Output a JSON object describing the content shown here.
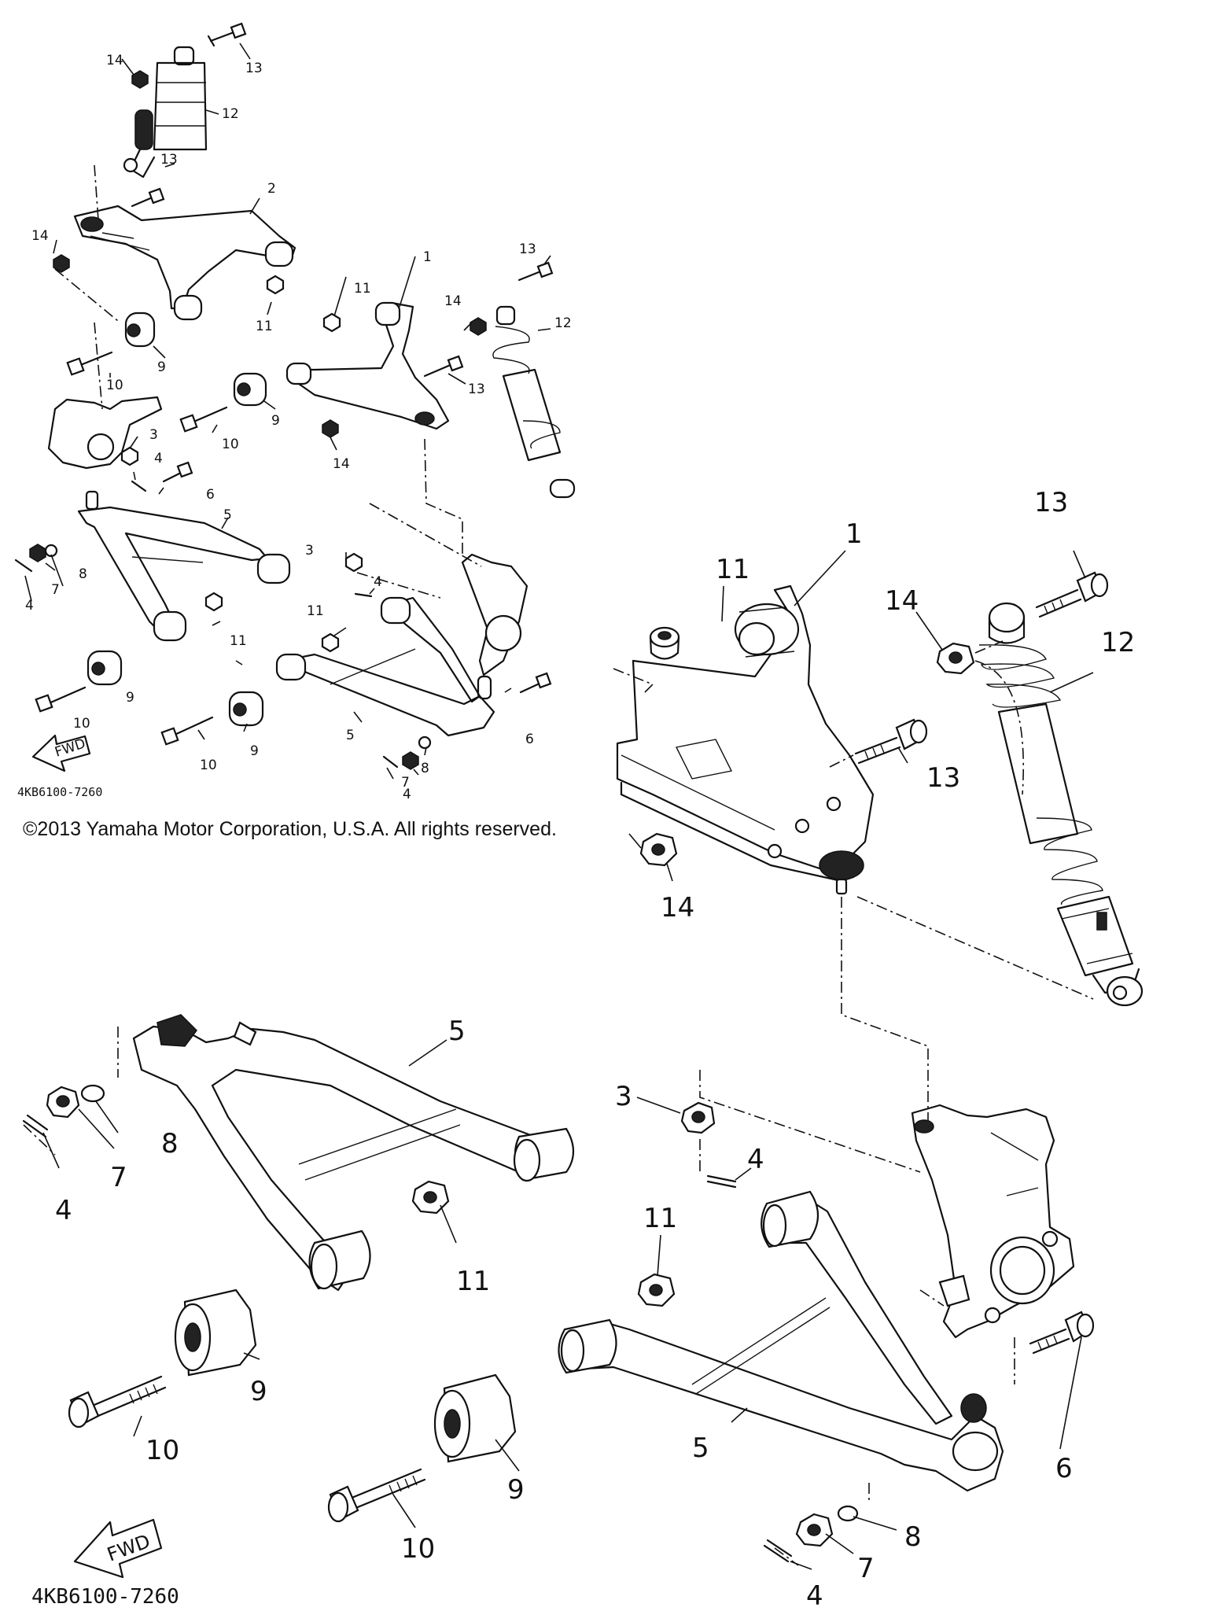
{
  "copyright": "©2013 Yamaha Motor Corporation, U.S.A. All rights reserved.",
  "diagram_code_small": "4KB6100-7260",
  "diagram_code_large": "4KB6100-7260",
  "fwd_label": "FWD",
  "icons": {
    "fwd": "fwd-arrow-icon"
  },
  "callouts": {
    "overview": [
      {
        "id": "ov-14a",
        "text": "14"
      },
      {
        "id": "ov-13a",
        "text": "13"
      },
      {
        "id": "ov-12a",
        "text": "12"
      },
      {
        "id": "ov-13b",
        "text": "13"
      },
      {
        "id": "ov-2",
        "text": "2"
      },
      {
        "id": "ov-14b",
        "text": "14"
      },
      {
        "id": "ov-11a",
        "text": "11"
      },
      {
        "id": "ov-9a",
        "text": "9"
      },
      {
        "id": "ov-10a",
        "text": "10"
      },
      {
        "id": "ov-1",
        "text": "1"
      },
      {
        "id": "ov-13c",
        "text": "13"
      },
      {
        "id": "ov-14c",
        "text": "14"
      },
      {
        "id": "ov-12b",
        "text": "12"
      },
      {
        "id": "ov-11b",
        "text": "11"
      },
      {
        "id": "ov-13d",
        "text": "13"
      },
      {
        "id": "ov-9b",
        "text": "9"
      },
      {
        "id": "ov-10b",
        "text": "10"
      },
      {
        "id": "ov-14d",
        "text": "14"
      },
      {
        "id": "ov-3a",
        "text": "3"
      },
      {
        "id": "ov-4a",
        "text": "4"
      },
      {
        "id": "ov-6a",
        "text": "6"
      },
      {
        "id": "ov-5a",
        "text": "5"
      },
      {
        "id": "ov-8a",
        "text": "8"
      },
      {
        "id": "ov-7a",
        "text": "7"
      },
      {
        "id": "ov-4b",
        "text": "4"
      },
      {
        "id": "ov-3b",
        "text": "3"
      },
      {
        "id": "ov-4c",
        "text": "4"
      },
      {
        "id": "ov-11c",
        "text": "11"
      },
      {
        "id": "ov-11d",
        "text": "11"
      },
      {
        "id": "ov-9c",
        "text": "9"
      },
      {
        "id": "ov-10c",
        "text": "10"
      },
      {
        "id": "ov-6b",
        "text": "6"
      },
      {
        "id": "ov-5b",
        "text": "5"
      },
      {
        "id": "ov-9d",
        "text": "9"
      },
      {
        "id": "ov-10d",
        "text": "10"
      },
      {
        "id": "ov-8b",
        "text": "8"
      },
      {
        "id": "ov-7b",
        "text": "7"
      },
      {
        "id": "ov-4d",
        "text": "4"
      }
    ],
    "detail_upper": [
      {
        "id": "du-11",
        "text": "11"
      },
      {
        "id": "du-1",
        "text": "1"
      },
      {
        "id": "du-14a",
        "text": "14"
      },
      {
        "id": "du-13a",
        "text": "13"
      },
      {
        "id": "du-12",
        "text": "12"
      },
      {
        "id": "du-13b",
        "text": "13"
      },
      {
        "id": "du-14b",
        "text": "14"
      }
    ],
    "detail_lower": [
      {
        "id": "dl-5a",
        "text": "5"
      },
      {
        "id": "dl-8a",
        "text": "8"
      },
      {
        "id": "dl-7a",
        "text": "7"
      },
      {
        "id": "dl-4a",
        "text": "4"
      },
      {
        "id": "dl-11a",
        "text": "11"
      },
      {
        "id": "dl-9a",
        "text": "9"
      },
      {
        "id": "dl-10a",
        "text": "10"
      },
      {
        "id": "dl-3",
        "text": "3"
      },
      {
        "id": "dl-4b",
        "text": "4"
      },
      {
        "id": "dl-11b",
        "text": "11"
      },
      {
        "id": "dl-6",
        "text": "6"
      },
      {
        "id": "dl-5b",
        "text": "5"
      },
      {
        "id": "dl-9b",
        "text": "9"
      },
      {
        "id": "dl-10b",
        "text": "10"
      },
      {
        "id": "dl-8b",
        "text": "8"
      },
      {
        "id": "dl-7b",
        "text": "7"
      },
      {
        "id": "dl-4c",
        "text": "4"
      }
    ]
  }
}
